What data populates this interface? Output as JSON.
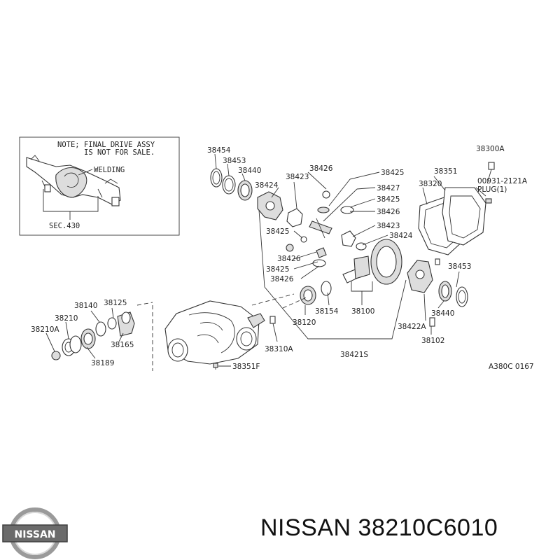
{
  "note": {
    "line1": "NOTE; FINAL DRIVE ASSY",
    "line2": "IS NOT FOR SALE.",
    "welding": "WELDING",
    "section": "SEC.430"
  },
  "parts": {
    "p38454": "38454",
    "p38453_top": "38453",
    "p38440_top": "38440",
    "p38424_top": "38424",
    "p38423_top": "38423",
    "p38426_top": "38426",
    "p38425_top1": "38425",
    "p38427": "38427",
    "p38425_top2": "38425",
    "p38426_mid": "38426",
    "p38423_mid": "38423",
    "p38424_mid": "38424",
    "p38425_left1": "38425",
    "p38426_left1": "38426",
    "p38425_left2": "38425",
    "p38426_left2": "38426",
    "p38300A": "38300A",
    "p38351": "38351",
    "p38320": "38320",
    "p00931": "00931-2121A",
    "plug": "PLUG(1)",
    "p38453_right": "38453",
    "p38440_right": "38440",
    "p38422A": "38422A",
    "p38102": "38102",
    "p38154": "38154",
    "p38100": "38100",
    "p38120": "38120",
    "p38421S": "38421S",
    "p38310A": "38310A",
    "p38351F": "38351F",
    "p38140": "38140",
    "p38125": "38125",
    "p38210": "38210",
    "p38210A": "38210A",
    "p38165": "38165",
    "p38189": "38189"
  },
  "ref_code": "A380C 0167",
  "brand": {
    "logo_text": "NISSAN",
    "title": "NISSAN 38210C6010"
  }
}
